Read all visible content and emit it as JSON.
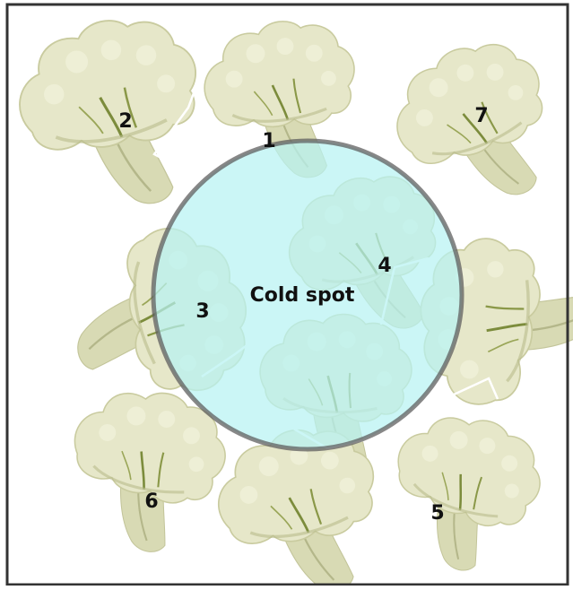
{
  "diagram": {
    "center_label": "Cold spot",
    "pieces": [
      {
        "id": "piece-1",
        "label": "1"
      },
      {
        "id": "piece-2",
        "label": "2"
      },
      {
        "id": "piece-3",
        "label": "3"
      },
      {
        "id": "piece-4",
        "label": "4"
      },
      {
        "id": "piece-5",
        "label": "5"
      },
      {
        "id": "piece-6",
        "label": "6"
      },
      {
        "id": "piece-7",
        "label": "7"
      }
    ]
  },
  "colors": {
    "floret": "#e6e7c9",
    "floret_shadow": "#b9bd8c",
    "stem": "#d8dab4",
    "cold_spot_fill": "#b7f3f3",
    "cold_spot_ring": "#5f5f5f",
    "frame": "#333333",
    "leader_line": "#ffffff"
  },
  "icons": {
    "piece": "cauliflower-floret-icon"
  }
}
